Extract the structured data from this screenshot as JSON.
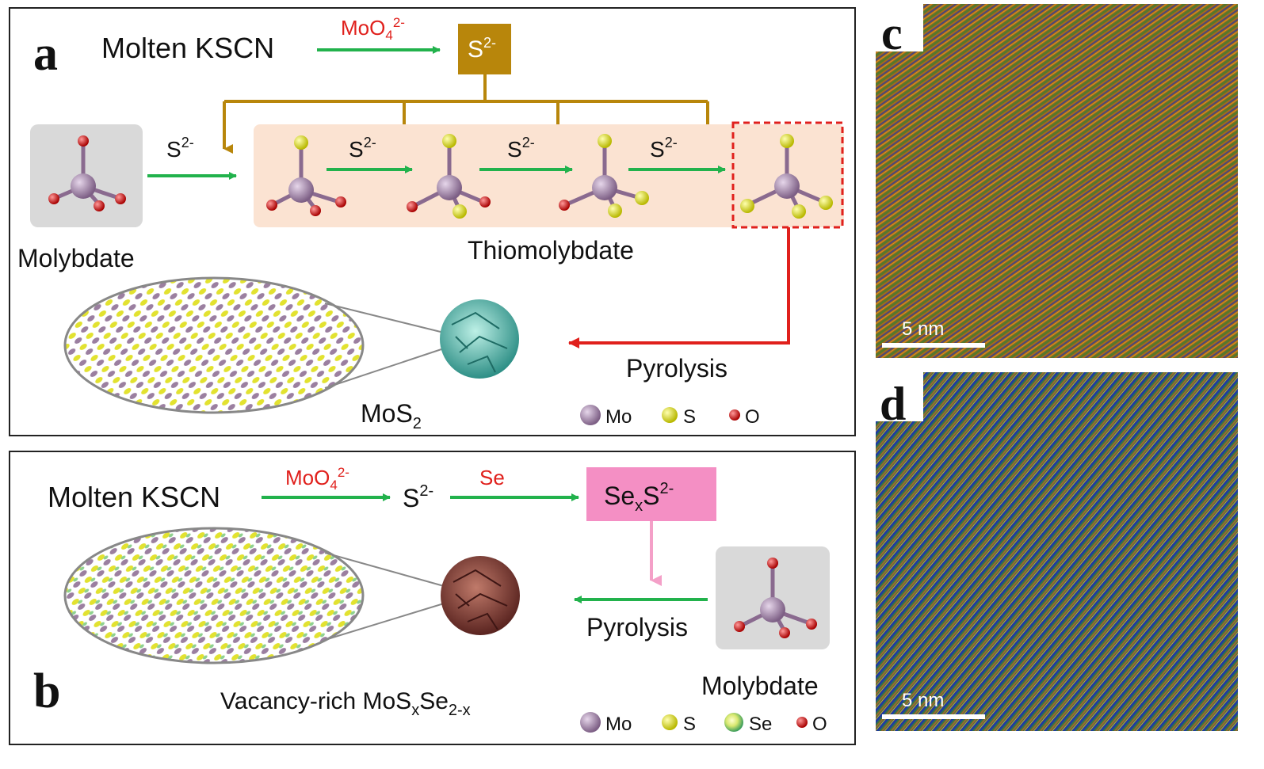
{
  "panel_a": {
    "letter": "a",
    "source": "Molten KSCN",
    "reagent": "MoO",
    "reagent_sub": "4",
    "reagent_sup": "2-",
    "sulfide_box": "S",
    "sulfide_sup": "2-",
    "step_label": "S",
    "step_sup": "2-",
    "molybdate_label": "Molybdate",
    "thiomolybdate_label": "Thiomolybdate",
    "pyrolysis_label": "Pyrolysis",
    "product_label": "MoS",
    "product_sub": "2",
    "legend": [
      {
        "label": "Mo",
        "color": "#9b7fa0"
      },
      {
        "label": "S",
        "color": "#e6e61e"
      },
      {
        "label": "O",
        "color": "#d11b1b"
      }
    ]
  },
  "panel_b": {
    "letter": "b",
    "source": "Molten KSCN",
    "reagent": "MoO",
    "reagent_sub": "4",
    "reagent_sup": "2-",
    "sulfide": "S",
    "sulfide_sup": "2-",
    "selenium": "Se",
    "box_a": "Se",
    "box_sub": "x",
    "box_b": "S",
    "box_sup": "2-",
    "pyrolysis_label": "Pyrolysis",
    "molybdate_label": "Molybdate",
    "product_a": "Vacancy-rich MoS",
    "product_sub1": "x",
    "product_b": "Se",
    "product_sub2": "2-x",
    "legend": [
      {
        "label": "Mo",
        "color": "#9b7fa0"
      },
      {
        "label": "S",
        "color": "#e6e61e"
      },
      {
        "label": "Se",
        "color": "#8fd18f"
      },
      {
        "label": "O",
        "color": "#d11b1b"
      }
    ]
  },
  "panel_c": {
    "letter": "c",
    "scale": "5 nm"
  },
  "panel_d": {
    "letter": "d",
    "scale": "5 nm"
  },
  "colors": {
    "green_arrow": "#22b24c",
    "brown": "#b8860b",
    "red": "#e0201c",
    "pink": "#f48fc4",
    "pink_arrow": "#f4a0c8",
    "peach": "#fbe3d2",
    "grey_box": "#d9d9d9"
  }
}
